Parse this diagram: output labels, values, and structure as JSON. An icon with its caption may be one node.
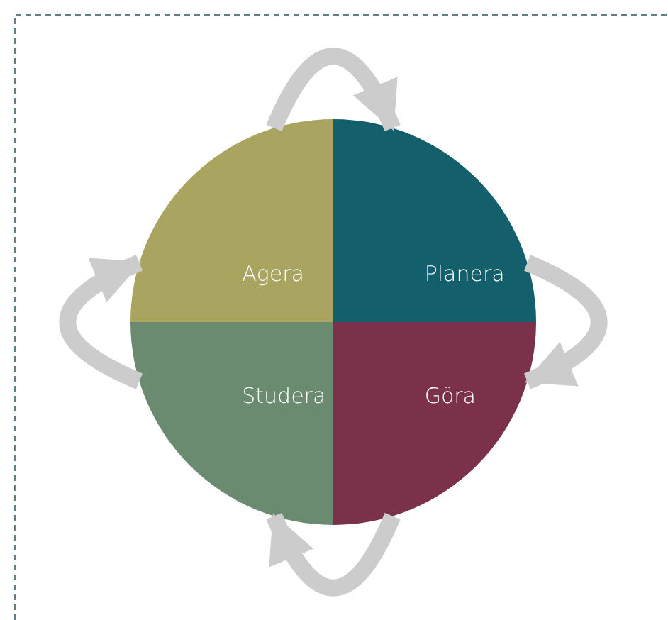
{
  "diagram": {
    "nodes": [
      {
        "text": [
          "Agera"
        ]
      },
      {
        "text": [
          "Planera"
        ]
      },
      {
        "text": [
          "Studera"
        ]
      },
      {
        "text": [
          "Göra"
        ]
      }
    ],
    "edges": [
      {
        "from": 0,
        "to": 1,
        "arrow": "to"
      },
      {
        "from": 1,
        "to": 3,
        "arrow": "to"
      },
      {
        "from": 3,
        "to": 2,
        "arrow": "to"
      },
      {
        "from": 2,
        "to": 0,
        "arrow": "to"
      }
    ]
  }
}
